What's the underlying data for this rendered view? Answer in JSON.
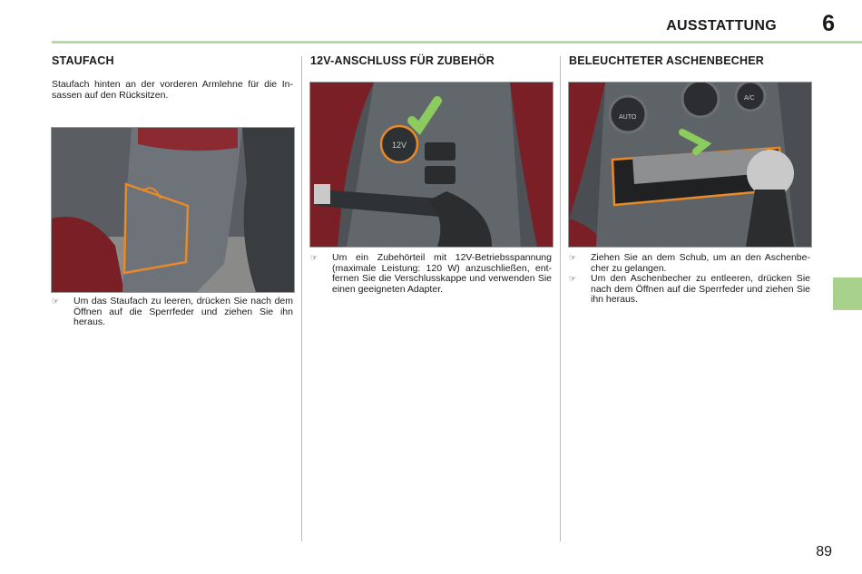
{
  "header": {
    "title": "AUSSTATTUNG",
    "chapter": "6"
  },
  "page_number": "89",
  "columns": [
    {
      "heading": "STAUFACH",
      "intro": "Staufach hinten an der vorderen Armlehne für die In-sassen auf den Rücksitzen.",
      "bullets": [
        "Um das Staufach zu leeren, drücken Sie nach dem Öffnen auf die Sperrfeder und ziehen Sie ihn heraus."
      ]
    },
    {
      "heading": "12V-ANSCHLUSS FÜR ZUBEHÖR",
      "bullets": [
        "Um ein Zubehörteil mit 12V-Betriebsspannung (maximale Leistung: 120 W) anzuschließen, ent-fernen Sie die Verschlusskappe und verwenden Sie einen geeigneten Adapter."
      ]
    },
    {
      "heading": "BELEUCHTETER ASCHENBECHER",
      "bullets": [
        "Ziehen Sie an dem Schub, um an den Aschenbe-cher zu gelangen.",
        "Um den Aschenbecher zu entleeren, drücken Sie nach dem Öffnen auf die Sperrfeder und ziehen Sie ihn heraus."
      ]
    }
  ],
  "bullet_icon": "pointing-hand-icon",
  "photo_labels": {
    "socket": "12V",
    "knob": "AUTO",
    "ac": "A/C"
  },
  "colors": {
    "accent_green": "#b9dba0",
    "tab_green": "#a8d28c",
    "highlight_orange": "#e8892b",
    "leather_red": "#7a1f26"
  }
}
